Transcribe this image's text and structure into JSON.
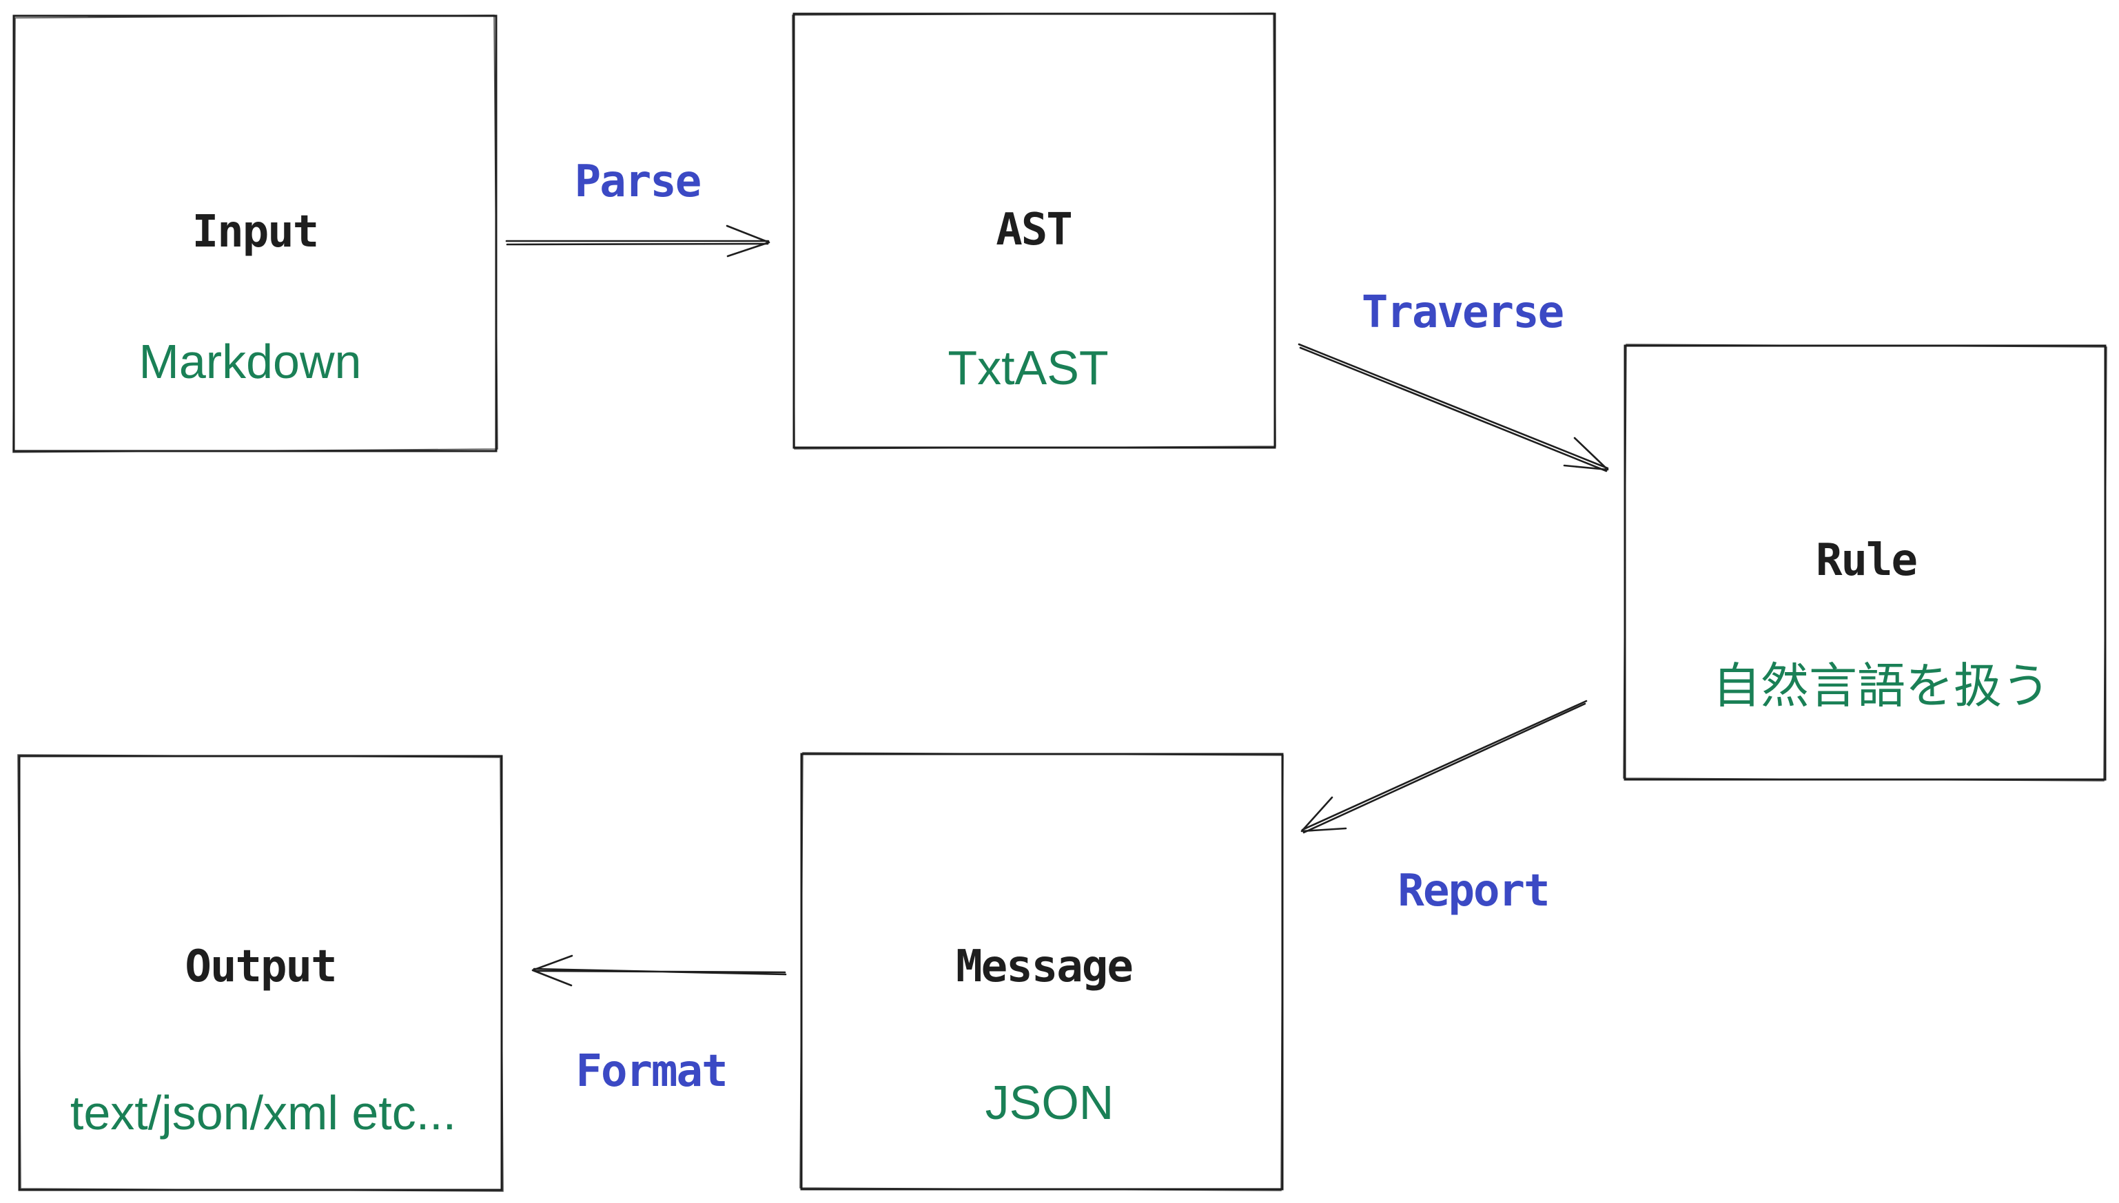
{
  "colors": {
    "stroke": "#1e1e1e",
    "edge_label": "#3b49c4",
    "node_detail": "#1a8056"
  },
  "nodes": [
    {
      "id": "input",
      "title": "Input",
      "detail": "Markdown"
    },
    {
      "id": "ast",
      "title": "AST",
      "detail": "TxtAST"
    },
    {
      "id": "rule",
      "title": "Rule",
      "detail": "自然言語を扱う"
    },
    {
      "id": "message",
      "title": "Message",
      "detail": "JSON"
    },
    {
      "id": "output",
      "title": "Output",
      "detail": "text/json/xml etc..."
    }
  ],
  "edges": [
    {
      "from": "input",
      "to": "ast",
      "label": "Parse"
    },
    {
      "from": "ast",
      "to": "rule",
      "label": "Traverse"
    },
    {
      "from": "rule",
      "to": "message",
      "label": "Report"
    },
    {
      "from": "message",
      "to": "output",
      "label": "Format"
    }
  ]
}
